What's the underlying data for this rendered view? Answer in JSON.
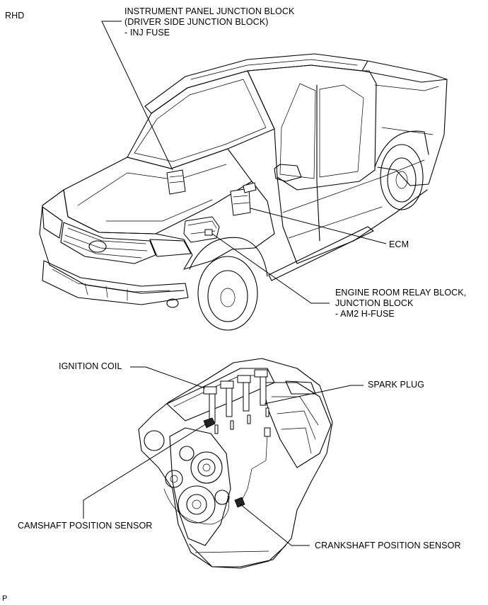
{
  "region_tag": "RHD",
  "footer_tag": "P",
  "labels": {
    "instrument_panel": {
      "line1": "INSTRUMENT PANEL JUNCTION BLOCK",
      "line2": "(DRIVER SIDE JUNCTION BLOCK)",
      "line3": "- INJ FUSE"
    },
    "ecm": "ECM",
    "engine_room": {
      "line1": "ENGINE ROOM RELAY BLOCK,",
      "line2": "JUNCTION BLOCK",
      "line3": "- AM2 H-FUSE"
    },
    "ignition_coil": "IGNITION COIL",
    "spark_plug": "SPARK PLUG",
    "camshaft_sensor": "CAMSHAFT POSITION SENSOR",
    "crankshaft_sensor": "CRANKSHAFT POSITION SENSOR"
  }
}
